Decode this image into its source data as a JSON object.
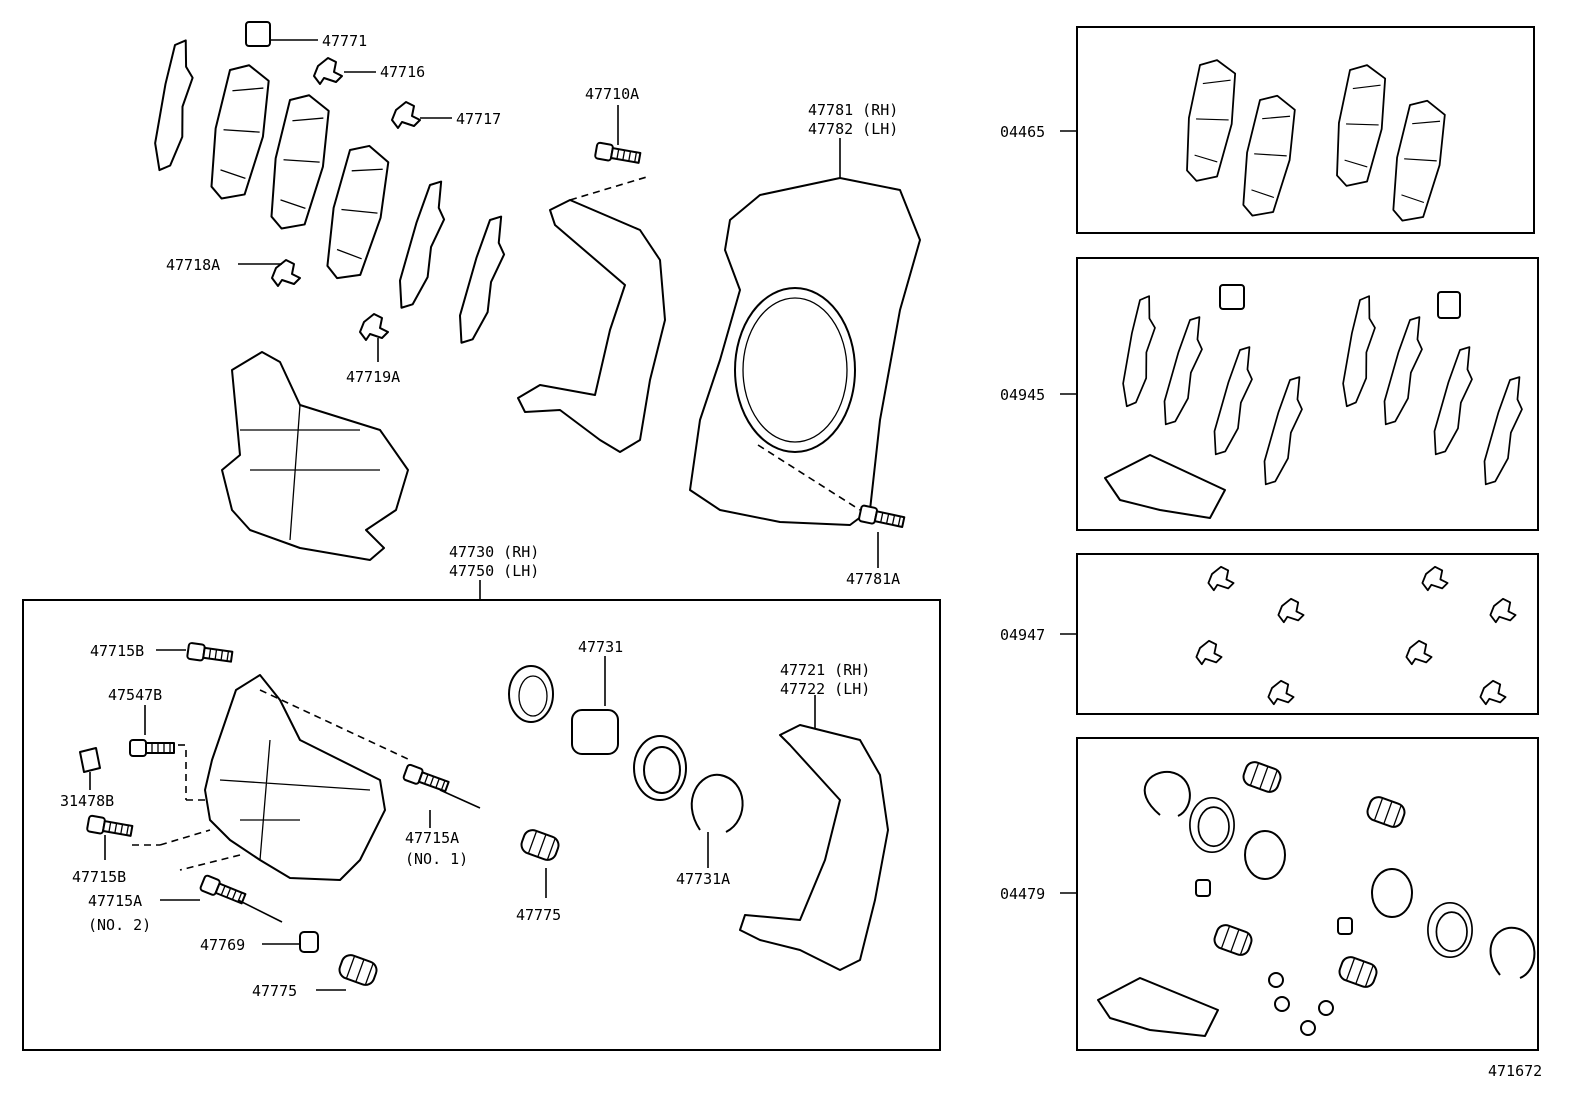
{
  "title": "",
  "diagram_number": "471672",
  "labels": {
    "p47771": "47771",
    "p47716": "47716",
    "p47717": "47717",
    "p47718A": "47718A",
    "p47719A": "47719A",
    "p47710A": "47710A",
    "p47781_rh": "47781 (RH)",
    "p47782_lh": "47782 (LH)",
    "p47781A": "47781A",
    "p47730_rh": "47730 (RH)",
    "p47750_lh": "47750 (LH)",
    "p47715B_top": "47715B",
    "p47547B": "47547B",
    "p31478B": "31478B",
    "p47715B": "47715B",
    "p47715A_no2": "47715A",
    "no2": "(NO. 2)",
    "p47769": "47769",
    "p47775_left": "47775",
    "p47715A_no1": "47715A",
    "no1": "(NO. 1)",
    "p47731": "47731",
    "p47775": "47775",
    "p47731A": "47731A",
    "p47721_rh": "47721 (RH)",
    "p47722_lh": "47722 (LH)"
  },
  "kits": {
    "k04465": "04465",
    "k04945": "04945",
    "k04947": "04947",
    "k04479": "04479"
  }
}
